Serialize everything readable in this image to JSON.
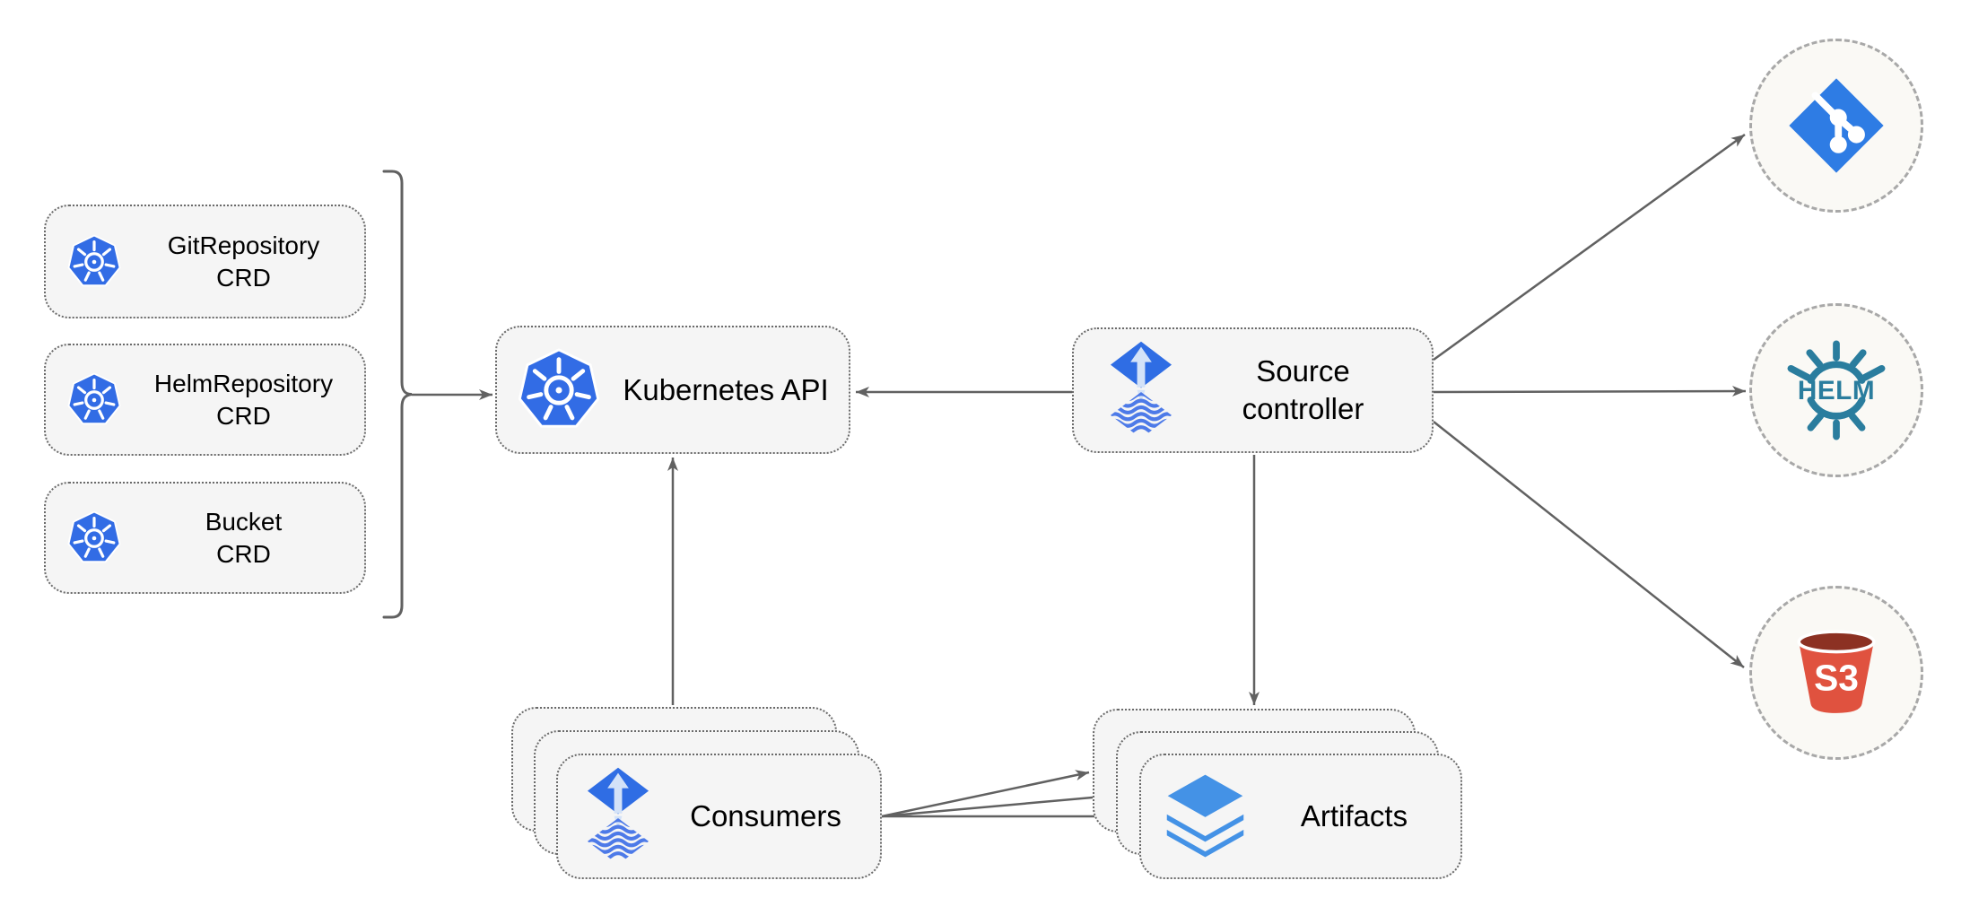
{
  "nodes": {
    "crds": [
      {
        "line1": "GitRepository",
        "line2": "CRD"
      },
      {
        "line1": "HelmRepository",
        "line2": "CRD"
      },
      {
        "line1": "Bucket",
        "line2": "CRD"
      }
    ],
    "kubernetes_api": {
      "label": "Kubernetes API"
    },
    "source_controller": {
      "line1": "Source",
      "line2": "controller"
    },
    "consumers": {
      "label": "Consumers"
    },
    "artifacts": {
      "label": "Artifacts"
    }
  },
  "icons": {
    "helm_text": "HELM",
    "s3_text": "S3"
  },
  "colors": {
    "kubernetes_blue": "#326CE5",
    "flux_blue": "#2f6de4",
    "flux_wave_blue": "#4d7ae8",
    "flux_arrow_light": "#d3e2f8",
    "git_blue": "#2e7ce4",
    "helm_teal": "#2a7d9e",
    "s3_red": "#e0523f",
    "s3_dark_red": "#8c3123",
    "layers_blue": "#4492e6",
    "connector_gray": "#616161",
    "node_fill": "#f5f5f5",
    "node_border": "#6a6a6a",
    "circle_fill": "#faf9f5",
    "circle_border": "#a8a8a8",
    "background": "#ffffff",
    "text": "#000000"
  }
}
